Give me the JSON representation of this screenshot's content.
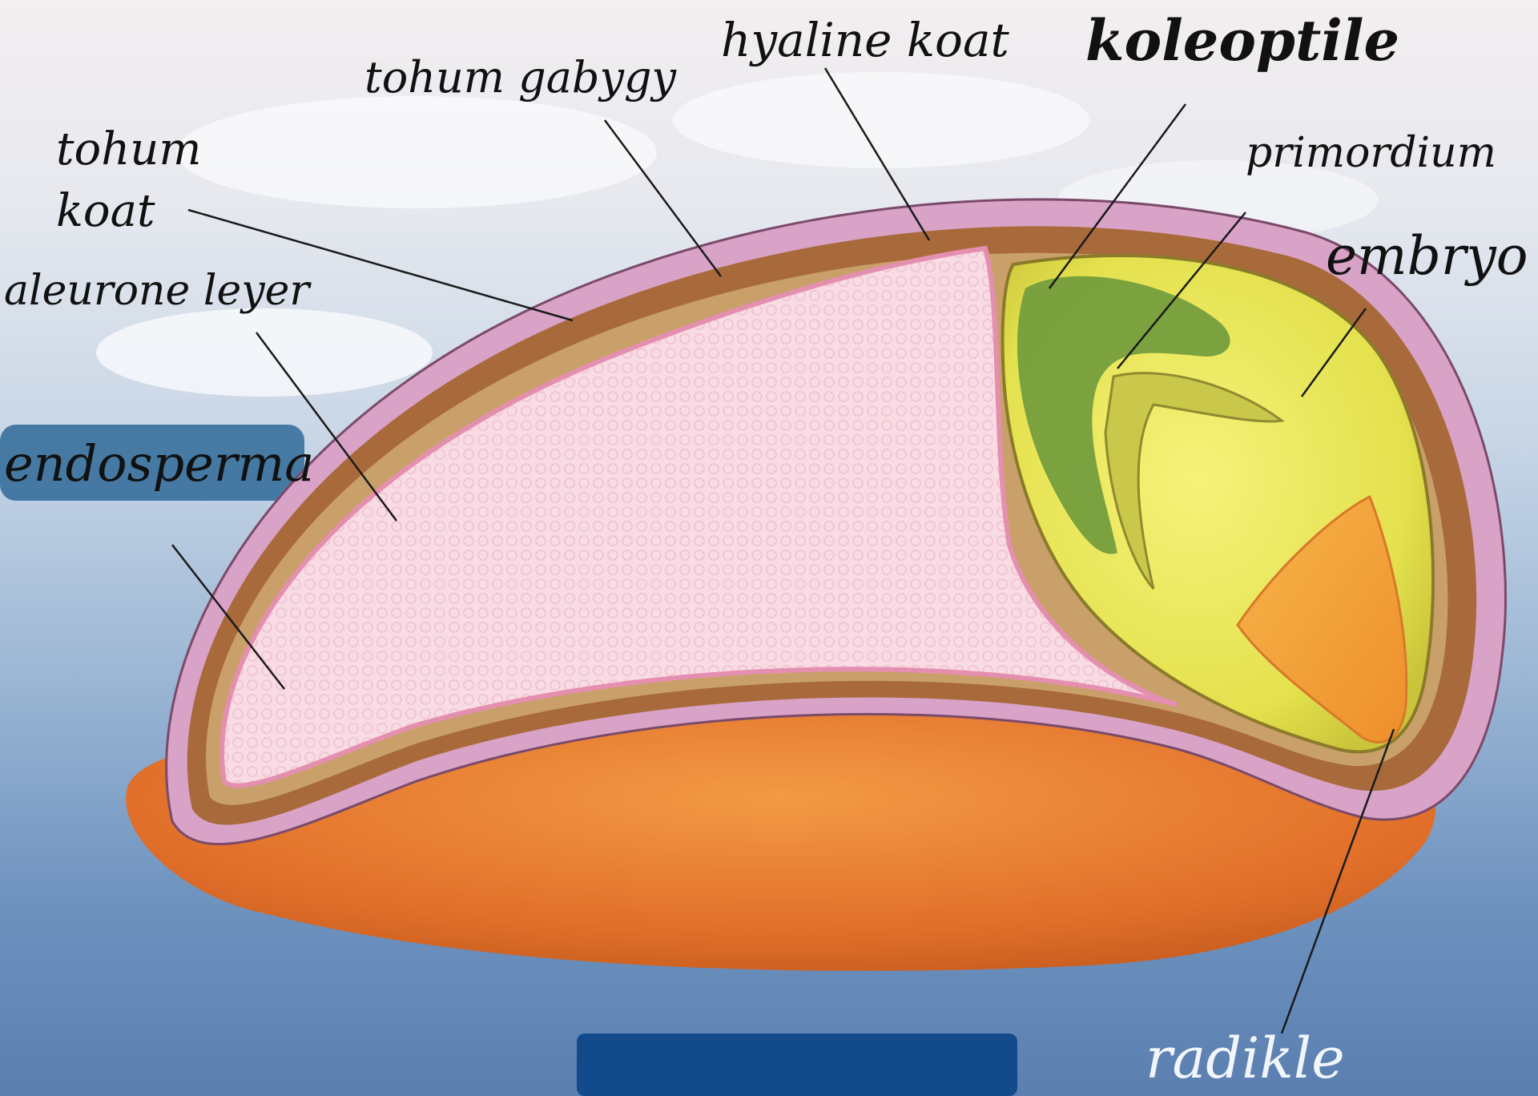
{
  "labels": {
    "tohum_gabygy": "tohum gabygy",
    "hyaline_koat": "hyaline koat",
    "koleoptile": "koleoptile",
    "tohum": "tohum",
    "koat": "koat",
    "primordium": "primordium",
    "embryo": "embryo",
    "aleurone_leyer": "aleurone leyer",
    "endosperma": "endosperma",
    "radikle": "radikle"
  },
  "colors": {
    "seed_coat": "#d9a2c7",
    "aleurone": "#a86a3a",
    "endosperm": "#f7d6df",
    "embryo": "#e8e85a",
    "koleoptile": "#6f9a3c",
    "radicle": "#f2a23a",
    "base": "#e8782a"
  }
}
